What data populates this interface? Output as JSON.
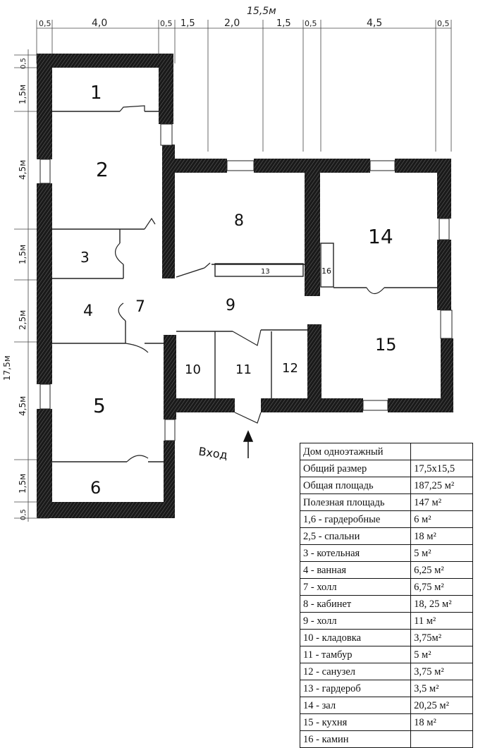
{
  "dimensions": {
    "total_width": "15,5м",
    "top": [
      "0,5",
      "4,0",
      "0,5",
      "1,5",
      "2,0",
      "1,5",
      "0,5",
      "4,5",
      "0,5"
    ],
    "total_height": "17,5м",
    "left": [
      "0,5",
      "1,5м",
      "4,5м",
      "1,5м",
      "2,5м",
      "4,5м",
      "1,5м",
      "0,5"
    ]
  },
  "room_numbers": [
    "1",
    "2",
    "3",
    "4",
    "5",
    "6",
    "7",
    "8",
    "9",
    "10",
    "11",
    "12",
    "13",
    "14",
    "15",
    "16"
  ],
  "entrance_label": "Вход",
  "legend": {
    "rows": [
      [
        "Дом одноэтажный",
        ""
      ],
      [
        "Общий размер",
        "17,5х15,5"
      ],
      [
        "Общая площадь",
        "187,25 м²"
      ],
      [
        "Полезная площадь",
        "147 м²"
      ],
      [
        "1,6 - гардеробные",
        "6 м²"
      ],
      [
        "2,5 - спальни",
        "18 м²"
      ],
      [
        "3 - котельная",
        "5 м²"
      ],
      [
        "4 - ванная",
        "6,25 м²"
      ],
      [
        "7 - холл",
        "6,75 м²"
      ],
      [
        "8 - кабинет",
        "18, 25 м²"
      ],
      [
        "9 - холл",
        "11 м²"
      ],
      [
        "10 - кладовка",
        "3,75м²"
      ],
      [
        "11 - тамбур",
        "5 м²"
      ],
      [
        "12 - санузел",
        "3,75 м²"
      ],
      [
        "13 - гардероб",
        "3,5 м²"
      ],
      [
        "14 - зал",
        "20,25 м²"
      ],
      [
        "15 - кухня",
        "18 м²"
      ],
      [
        "16 - камин",
        ""
      ]
    ]
  }
}
